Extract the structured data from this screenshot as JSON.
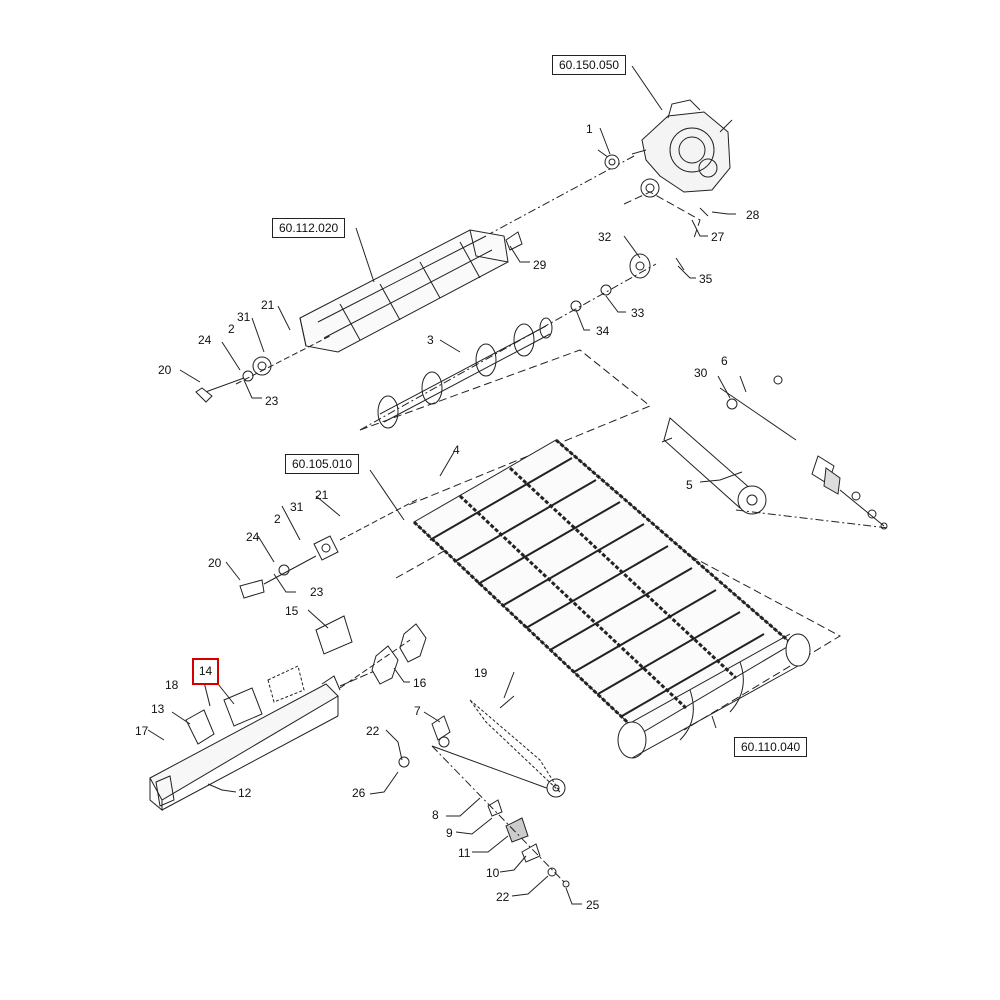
{
  "diagram": {
    "references": {
      "r60150050": "60.150.050",
      "r60112020": "60.112.020",
      "r60105010": "60.105.010",
      "r60110040": "60.110.040"
    },
    "parts": {
      "p1": "1",
      "p2a": "2",
      "p2b": "2",
      "p3": "3",
      "p4": "4",
      "p5": "5",
      "p6": "6",
      "p7": "7",
      "p8": "8",
      "p9": "9",
      "p10": "10",
      "p11": "11",
      "p12": "12",
      "p13": "13",
      "p14": "14",
      "p15": "15",
      "p16": "16",
      "p17": "17",
      "p18": "18",
      "p19": "19",
      "p20a": "20",
      "p20b": "20",
      "p21a": "21",
      "p21b": "21",
      "p22a": "22",
      "p22b": "22",
      "p23a": "23",
      "p23b": "23",
      "p24a": "24",
      "p24b": "24",
      "p25": "25",
      "p26": "26",
      "p27": "27",
      "p28": "28",
      "p29": "29",
      "p30": "30",
      "p31a": "31",
      "p31b": "31",
      "p32": "32",
      "p33": "33",
      "p34": "34",
      "p35": "35"
    },
    "highlighted_part": "14",
    "colors": {
      "highlight": "#d40000",
      "line": "#222222"
    }
  }
}
